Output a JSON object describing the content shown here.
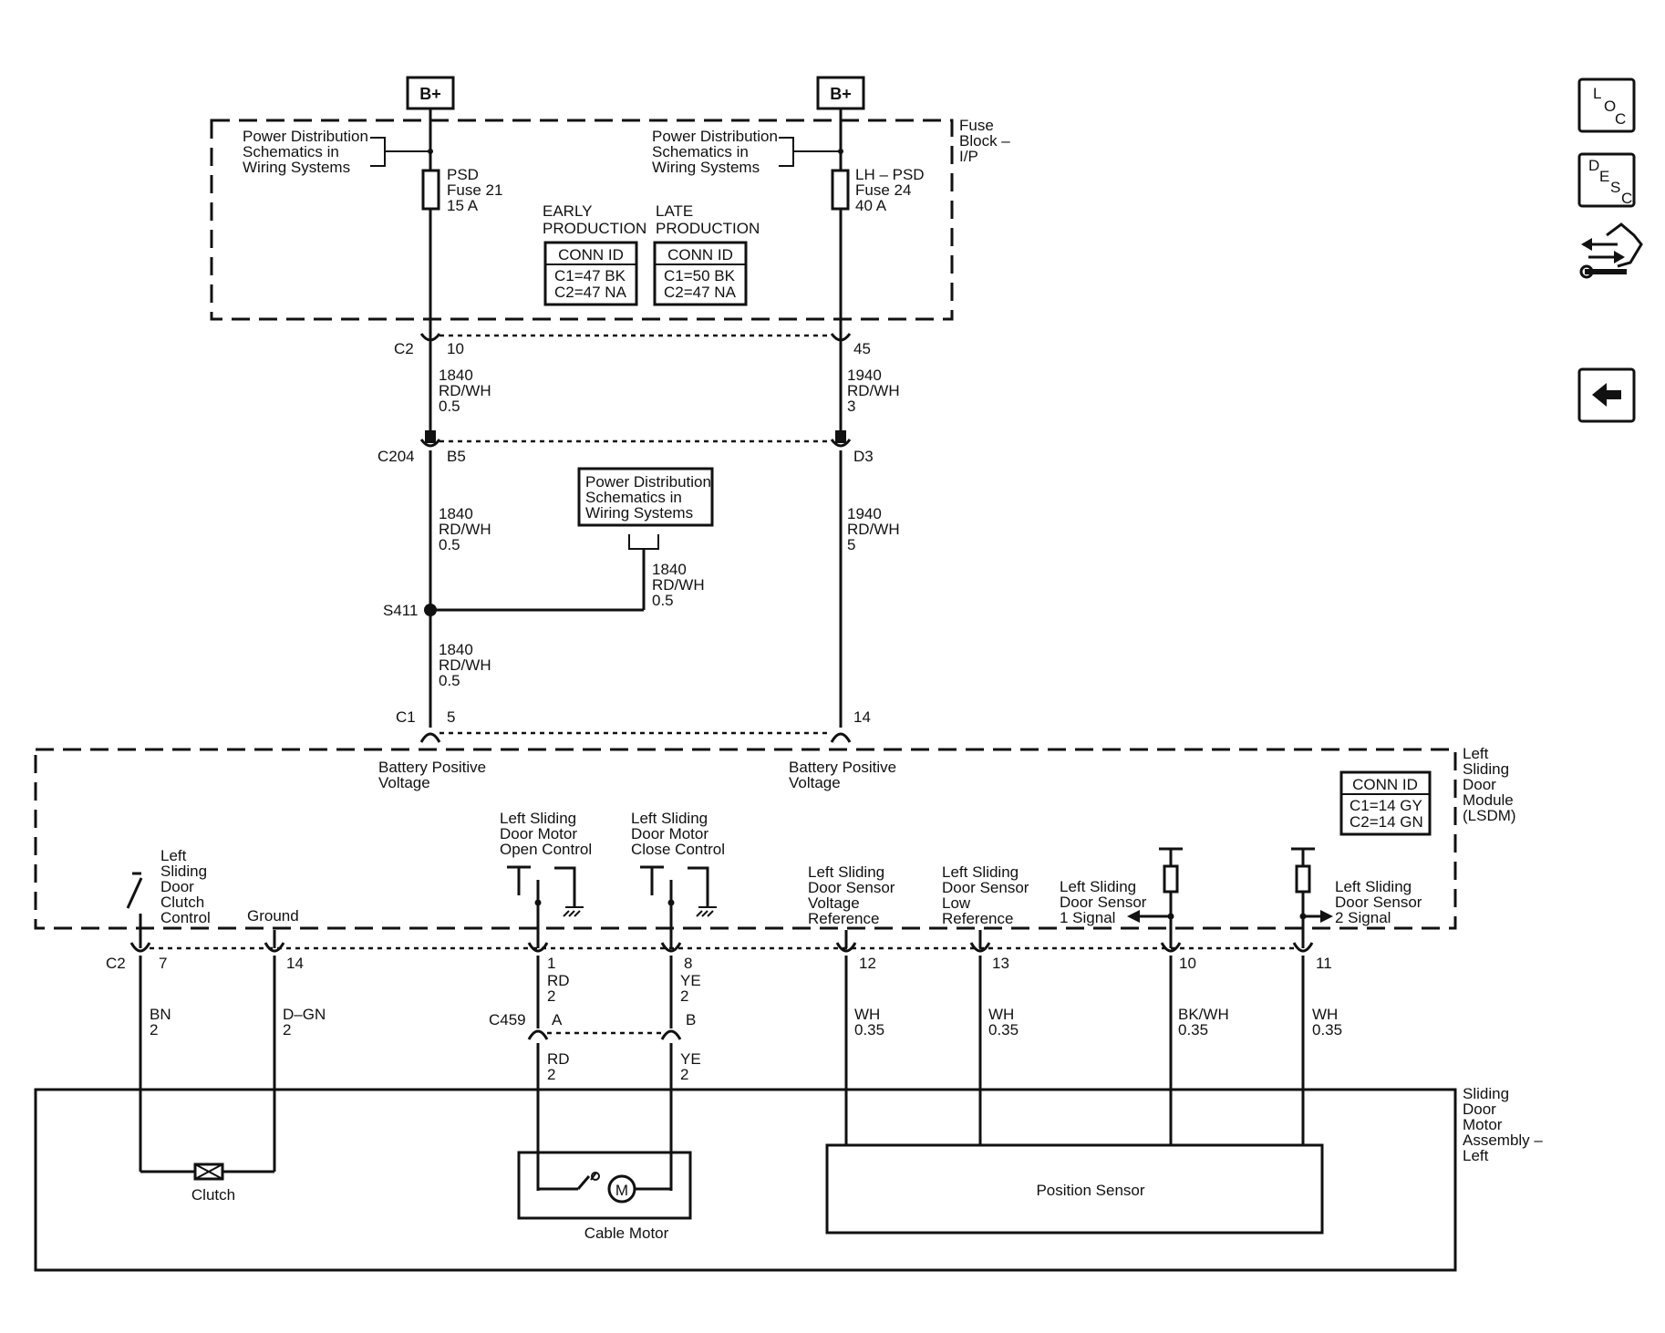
{
  "power": {
    "left_source": "B+",
    "right_source": "B+",
    "ref_left": [
      "Power Distribution",
      "Schematics in",
      "Wiring Systems"
    ],
    "ref_right": [
      "Power Distribution",
      "Schematics in",
      "Wiring Systems"
    ],
    "ref_mid": [
      "Power Distribution",
      "Schematics in",
      "Wiring Systems"
    ],
    "fuse_left": [
      "PSD",
      "Fuse 21",
      "15 A"
    ],
    "fuse_right": [
      "LH – PSD",
      "Fuse 24",
      "40 A"
    ],
    "fuse_block_label": [
      "Fuse",
      "Block –",
      "I/P"
    ],
    "early_label": [
      "EARLY",
      "PRODUCTION"
    ],
    "late_label": [
      "LATE",
      "PRODUCTION"
    ],
    "early_conn": {
      "title": "CONN ID",
      "lines": [
        "C1=47 BK",
        "C2=47 NA"
      ]
    },
    "late_conn": {
      "title": "CONN ID",
      "lines": [
        "C1=50 BK",
        "C2=47 NA"
      ]
    }
  },
  "connectors": {
    "c2_top": {
      "name": "C2",
      "pin_left": "10",
      "pin_right": "45"
    },
    "c204": {
      "name": "C204",
      "pin_left": "B5",
      "pin_right": "D3"
    },
    "c1": {
      "name": "C1",
      "pin_left": "5",
      "pin_right": "14"
    },
    "splice": "S411",
    "c2_bottom": {
      "name": "C2",
      "pins": [
        "7",
        "14",
        "1",
        "8",
        "12",
        "13",
        "10",
        "11"
      ]
    },
    "c459": {
      "name": "C459",
      "pin_a": "A",
      "pin_b": "B"
    }
  },
  "wires": {
    "l1": [
      "1840",
      "RD/WH",
      "0.5"
    ],
    "r1": [
      "1940",
      "RD/WH",
      "3"
    ],
    "l2": [
      "1840",
      "RD/WH",
      "0.5"
    ],
    "r2": [
      "1940",
      "RD/WH",
      "5"
    ],
    "mid": [
      "1840",
      "RD/WH",
      "0.5"
    ],
    "l3": [
      "1840",
      "RD/WH",
      "0.5"
    ],
    "bn": [
      "BN",
      "2"
    ],
    "dgn": [
      "D–GN",
      "2"
    ],
    "rd": [
      "RD",
      "2"
    ],
    "ye": [
      "YE",
      "2"
    ],
    "rd_low": [
      "RD",
      "2"
    ],
    "ye_low": [
      "YE",
      "2"
    ],
    "wh12": [
      "WH",
      "0.35"
    ],
    "wh13": [
      "WH",
      "0.35"
    ],
    "bkwh": [
      "BK/WH",
      "0.35"
    ],
    "wh11": [
      "WH",
      "0.35"
    ]
  },
  "module": {
    "name": [
      "Left",
      "Sliding",
      "Door",
      "Module",
      "(LSDM)"
    ],
    "conn": {
      "title": "CONN ID",
      "lines": [
        "C1=14 GY",
        "C2=14 GN"
      ]
    },
    "batt_left": [
      "Battery Positive",
      "Voltage"
    ],
    "batt_right": [
      "Battery Positive",
      "Voltage"
    ],
    "clutch_ctrl": [
      "Left",
      "Sliding",
      "Door",
      "Clutch",
      "Control"
    ],
    "ground": "Ground",
    "open_ctrl": [
      "Left Sliding",
      "Door Motor",
      "Open Control"
    ],
    "close_ctrl": [
      "Left Sliding",
      "Door Motor",
      "Close Control"
    ],
    "volt_ref": [
      "Left Sliding",
      "Door Sensor",
      "Voltage",
      "Reference"
    ],
    "low_ref": [
      "Left Sliding",
      "Door Sensor",
      "Low",
      "Reference"
    ],
    "sig1": [
      "Left Sliding",
      "Door Sensor",
      "1 Signal"
    ],
    "sig2": [
      "Left Sliding",
      "Door Sensor",
      "2 Signal"
    ]
  },
  "motor_assembly": {
    "name": [
      "Sliding",
      "Door",
      "Motor",
      "Assembly –",
      "Left"
    ],
    "clutch": "Clutch",
    "cable_motor": "Cable Motor",
    "motor_symbol": "M",
    "position_sensor": "Position Sensor"
  },
  "nav": {
    "loc": [
      "L",
      "O",
      "C"
    ],
    "desc": [
      "D",
      "E",
      "S",
      "C"
    ]
  }
}
